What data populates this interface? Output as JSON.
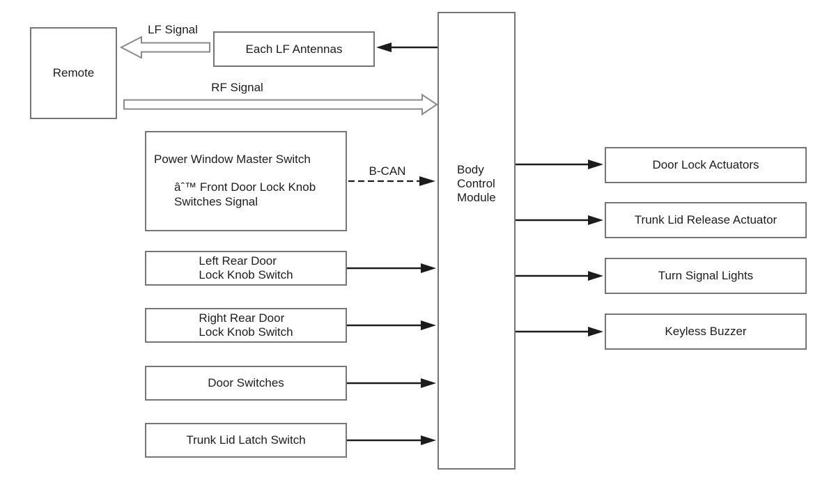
{
  "diagram": {
    "nodes": {
      "remote": {
        "label": "Remote"
      },
      "each_lf_antennas": {
        "label": "Each LF Antennas"
      },
      "body_control_module": {
        "lines": [
          "Body",
          "Control",
          "Module"
        ]
      },
      "power_window_master_switch": {
        "line1": "Power Window Master Switch",
        "line2": "âˆ™ Front Door Lock Knob",
        "line3": "Switches Signal"
      },
      "left_rear_door": {
        "line1": "Left Rear Door",
        "line2": "Lock Knob Switch"
      },
      "right_rear_door": {
        "line1": "Right Rear Door",
        "line2": "Lock Knob Switch"
      },
      "door_switches": {
        "label": "Door Switches"
      },
      "trunk_lid_latch_switch": {
        "label": "Trunk Lid Latch Switch"
      },
      "door_lock_actuators": {
        "label": "Door Lock Actuators"
      },
      "trunk_lid_release_actuator": {
        "label": "Trunk Lid Release Actuator"
      },
      "turn_signal_lights": {
        "label": "Turn Signal Lights"
      },
      "keyless_buzzer": {
        "label": "Keyless Buzzer"
      }
    },
    "edges": {
      "lf_signal": {
        "from": "each_lf_antennas",
        "to": "remote",
        "style": "hollow-outline",
        "label": "LF Signal"
      },
      "rf_signal": {
        "from": "remote",
        "to": "body_control_module",
        "style": "hollow-outline",
        "label": "RF Signal"
      },
      "bcm_to_antennas": {
        "from": "body_control_module",
        "to": "each_lf_antennas",
        "style": "solid",
        "label": ""
      },
      "b_can": {
        "from": "power_window_master_switch",
        "to": "body_control_module",
        "style": "dashed",
        "label": "B-CAN"
      },
      "left_rear_to_bcm": {
        "from": "left_rear_door",
        "to": "body_control_module",
        "style": "solid",
        "label": ""
      },
      "right_rear_to_bcm": {
        "from": "right_rear_door",
        "to": "body_control_module",
        "style": "solid",
        "label": ""
      },
      "door_switches_to_bcm": {
        "from": "door_switches",
        "to": "body_control_module",
        "style": "solid",
        "label": ""
      },
      "trunk_latch_to_bcm": {
        "from": "trunk_lid_latch_switch",
        "to": "body_control_module",
        "style": "solid",
        "label": ""
      },
      "bcm_to_door_lock_actuators": {
        "from": "body_control_module",
        "to": "door_lock_actuators",
        "style": "solid",
        "label": ""
      },
      "bcm_to_trunk_release": {
        "from": "body_control_module",
        "to": "trunk_lid_release_actuator",
        "style": "solid",
        "label": ""
      },
      "bcm_to_turn_signal": {
        "from": "body_control_module",
        "to": "turn_signal_lights",
        "style": "solid",
        "label": ""
      },
      "bcm_to_keyless_buzzer": {
        "from": "body_control_module",
        "to": "keyless_buzzer",
        "style": "solid",
        "label": ""
      }
    },
    "colors": {
      "background": "#ffffff",
      "box_border": "#757575",
      "solid_arrow": "#1c1c1c",
      "hollow_arrow_outline": "#8a8a8a",
      "text": "#1c1c1c"
    }
  }
}
